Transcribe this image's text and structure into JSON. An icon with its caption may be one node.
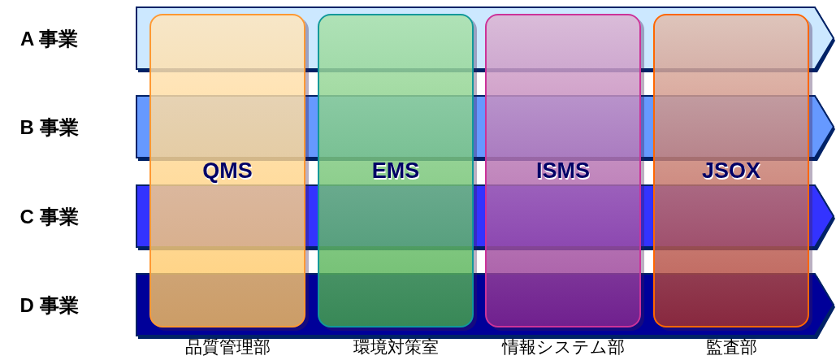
{
  "diagram": {
    "nodes": [
      {
        "text": [
          "A 事業"
        ]
      },
      {
        "text": [
          "B 事業"
        ]
      },
      {
        "text": [
          "C 事業"
        ]
      },
      {
        "text": [
          "D 事業"
        ]
      },
      {
        "text": [
          "QMS",
          "品質管理部"
        ]
      },
      {
        "text": [
          "EMS",
          "環境対策室"
        ]
      },
      {
        "text": [
          "ISMS",
          "情報システム部"
        ]
      },
      {
        "text": [
          "JSOX",
          "監査部"
        ]
      }
    ]
  }
}
